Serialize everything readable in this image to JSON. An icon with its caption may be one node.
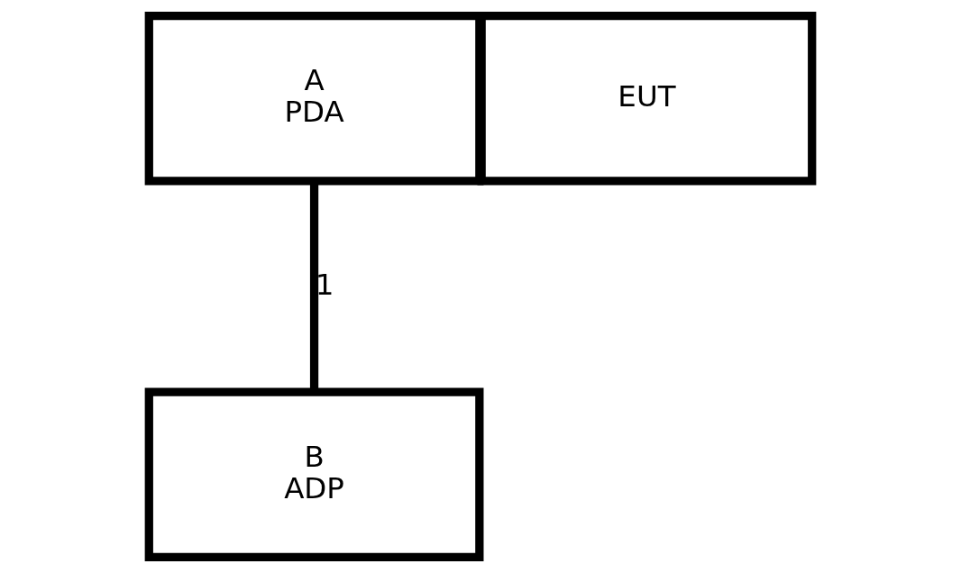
{
  "diagram": {
    "nodes": [
      {
        "text": [
          "A",
          "PDA"
        ]
      },
      {
        "text": [
          "EUT"
        ]
      },
      {
        "text": [
          "B",
          "ADP"
        ]
      }
    ],
    "edges": [
      {
        "from": 0,
        "to": 2,
        "arrow": "none",
        "label": "1"
      }
    ]
  }
}
